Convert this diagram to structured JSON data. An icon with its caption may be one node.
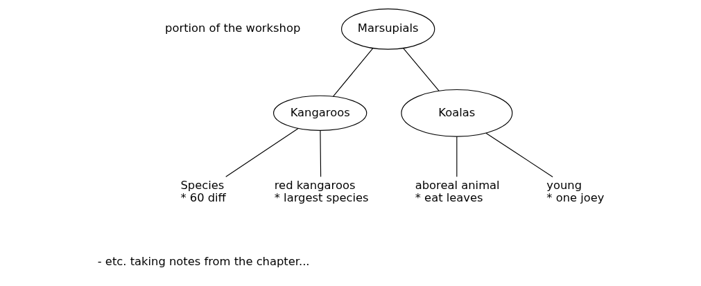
{
  "diagram": {
    "nodes": [
      {
        "text": [
          "Marsupials"
        ]
      },
      {
        "text": [
          "Kangaroos"
        ]
      },
      {
        "text": [
          "Koalas"
        ]
      },
      {
        "text": [
          "Species"
        ],
        "beside": [
          "* 60 diff"
        ]
      },
      {
        "text": [
          "red kangaroos"
        ],
        "beside": [
          "* largest species"
        ]
      },
      {
        "text": [
          "aboreal animal"
        ],
        "beside": [
          "* eat leaves"
        ]
      },
      {
        "text": [
          "young"
        ],
        "beside": [
          "* one joey"
        ]
      }
    ],
    "edges": [
      {
        "from": 0,
        "to": 1,
        "arrow": "none"
      },
      {
        "from": 0,
        "to": 2,
        "arrow": "none"
      },
      {
        "from": 1,
        "to": 3,
        "arrow": "none"
      },
      {
        "from": 1,
        "to": 4,
        "arrow": "none"
      },
      {
        "from": 2,
        "to": 5,
        "arrow": "none"
      },
      {
        "from": 2,
        "to": 6,
        "arrow": "none"
      }
    ],
    "labels": [
      "portion of the workshop",
      "- etc. taking notes from the chapter..."
    ]
  }
}
